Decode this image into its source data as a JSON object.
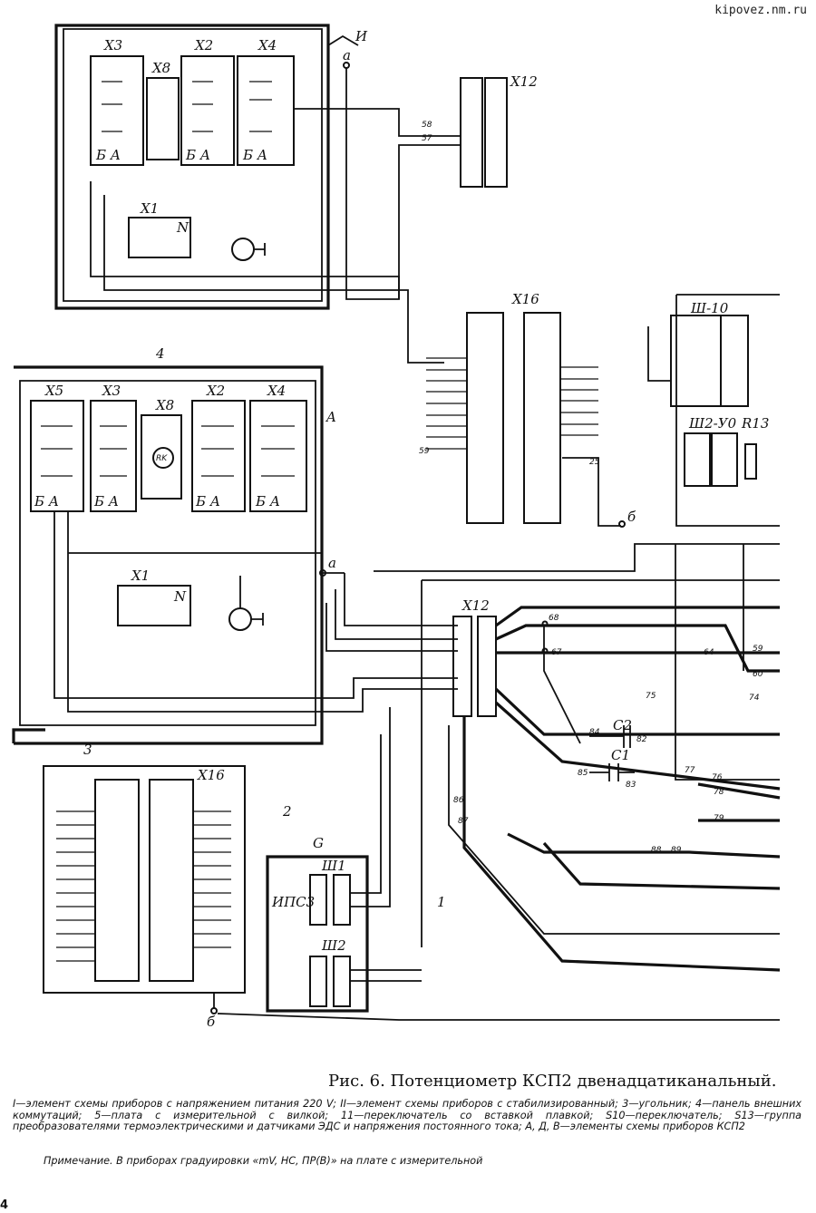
{
  "watermark": "kipovez.nm.ru",
  "labels": {
    "X3_top": "X3",
    "X8_top": "X8",
    "X2_top": "X2",
    "X4_top": "X4",
    "X12_top": "X12",
    "X1_top": "X1",
    "X16_mid": "X16",
    "I_mark": "И",
    "a_top": "a",
    "a_mid": "a",
    "b_right": "б",
    "b_bottom": "б",
    "panel4": "4",
    "A_panel": "A",
    "X5": "X5",
    "X3_p": "X3",
    "X8_p": "X8",
    "X2_p": "X2",
    "X4_p": "X4",
    "X1_p": "X1",
    "N_top": "N",
    "N_p": "N",
    "RK": "RK",
    "X12_mid": "X12",
    "W10": "Ш-10",
    "W2Y0": "Ш2-У0",
    "R13": "R13",
    "C1": "C1",
    "C2": "C2",
    "corner3": "3",
    "X16_low": "X16",
    "n2": "2",
    "G": "G",
    "W1": "Ш1",
    "W2": "Ш2",
    "IPS3": "ИПС3",
    "n1": "1",
    "B_A": "Б  А",
    "w58": "58",
    "w57": "57",
    "w59": "59",
    "w25": "25",
    "w68": "68",
    "w67": "67",
    "w64": "64",
    "w75": "75",
    "w74": "74",
    "w60": "60",
    "w59b": "59",
    "w84": "84",
    "w85": "85",
    "w82": "82",
    "w83": "83",
    "w86": "86",
    "w87": "87",
    "w88": "88",
    "w89": "89",
    "w77": "77",
    "w78": "78",
    "w79": "79",
    "w76": "76"
  },
  "caption": {
    "title": "Рис. 6. Потенциометр КСП2 двенадцатиканальный.",
    "text": "I—элемент схемы приборов с напряжением питания 220 V; II—элемент схемы приборов с стабилизированный; 3—угольник; 4—панель внешних коммутаций; 5—плата с измерительной с вилкой; 11—переключатель со вставкой плавкой; S10—переключатель; S13—группа преобразователями термоэлектрическими и датчиками ЭДС и напряжения постоянного тока; А, Д, В—элементы схемы приборов КСП2",
    "note": "Примечание. В приборах градуировки «mV, HC, ПР(B)» на плате с измерительной"
  },
  "page_number": "4"
}
